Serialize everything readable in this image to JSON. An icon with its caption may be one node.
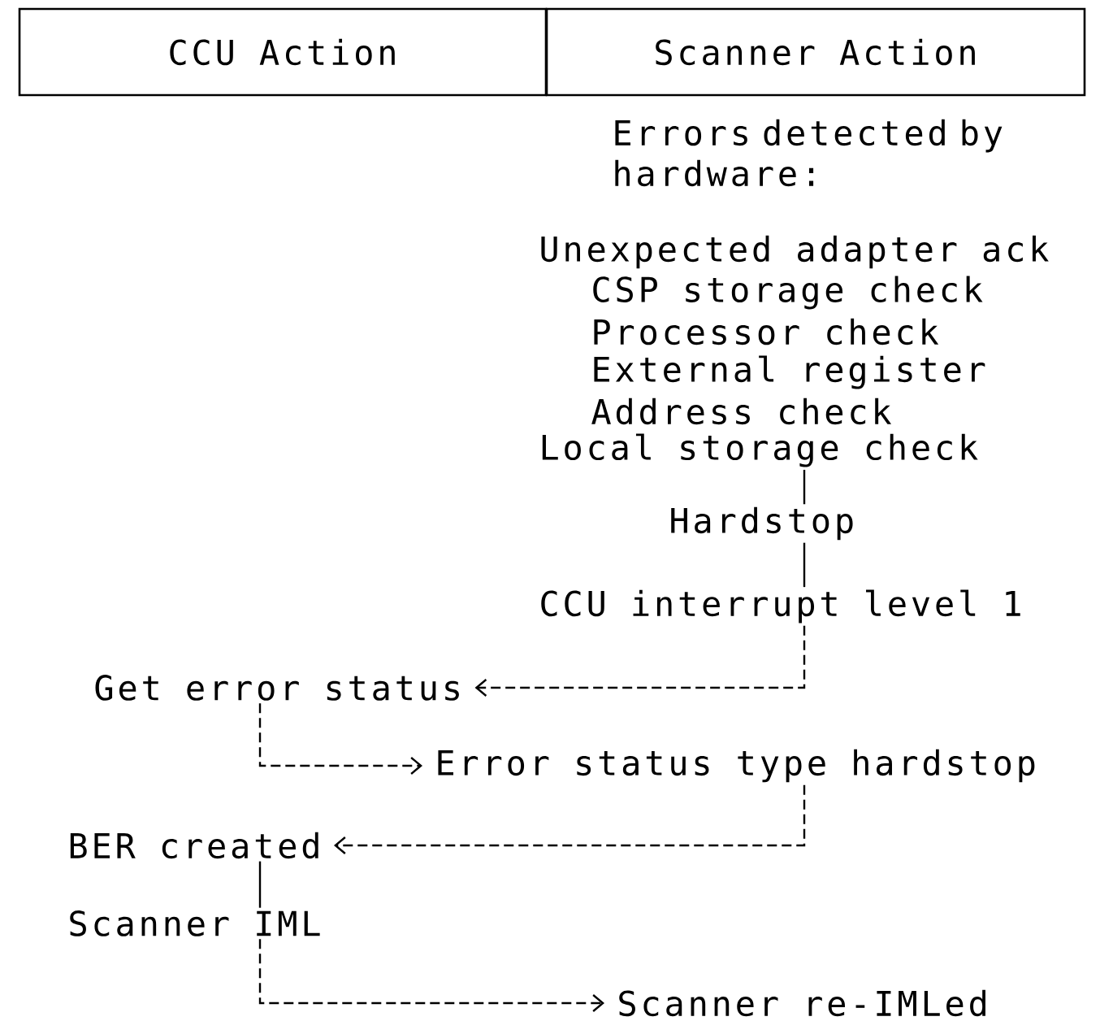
{
  "diagram": {
    "nodes": [
      {
        "text": [
          "CCU Action"
        ]
      },
      {
        "text": [
          "Scanner Action"
        ]
      },
      {
        "text": [
          "Local storage check"
        ]
      },
      {
        "text": [
          "Hardstop"
        ]
      },
      {
        "text": [
          "CCU interrupt level 1"
        ]
      },
      {
        "text": [
          "Get error status"
        ]
      },
      {
        "text": [
          "Error status type hardstop"
        ]
      },
      {
        "text": [
          "BER created"
        ]
      },
      {
        "text": [
          "Scanner IML"
        ]
      },
      {
        "text": [
          "Scanner re-IMLed"
        ]
      }
    ],
    "edges": [
      {
        "from": 2,
        "to": 3,
        "arrow": "none"
      },
      {
        "from": 3,
        "to": 4,
        "arrow": "none"
      },
      {
        "from": 4,
        "to": 5,
        "arrow": "to",
        "style": "dashed"
      },
      {
        "from": 5,
        "to": 6,
        "arrow": "to",
        "style": "dashed"
      },
      {
        "from": 6,
        "to": 7,
        "arrow": "to",
        "style": "dashed"
      },
      {
        "from": 7,
        "to": 8,
        "arrow": "none"
      },
      {
        "from": 8,
        "to": 9,
        "arrow": "to",
        "style": "dashed"
      }
    ],
    "labels": [
      "Errors detected by hardware:",
      "Unexpected adapter ack",
      "CSP storage check",
      "Processor check",
      "External register",
      "Address check"
    ]
  }
}
